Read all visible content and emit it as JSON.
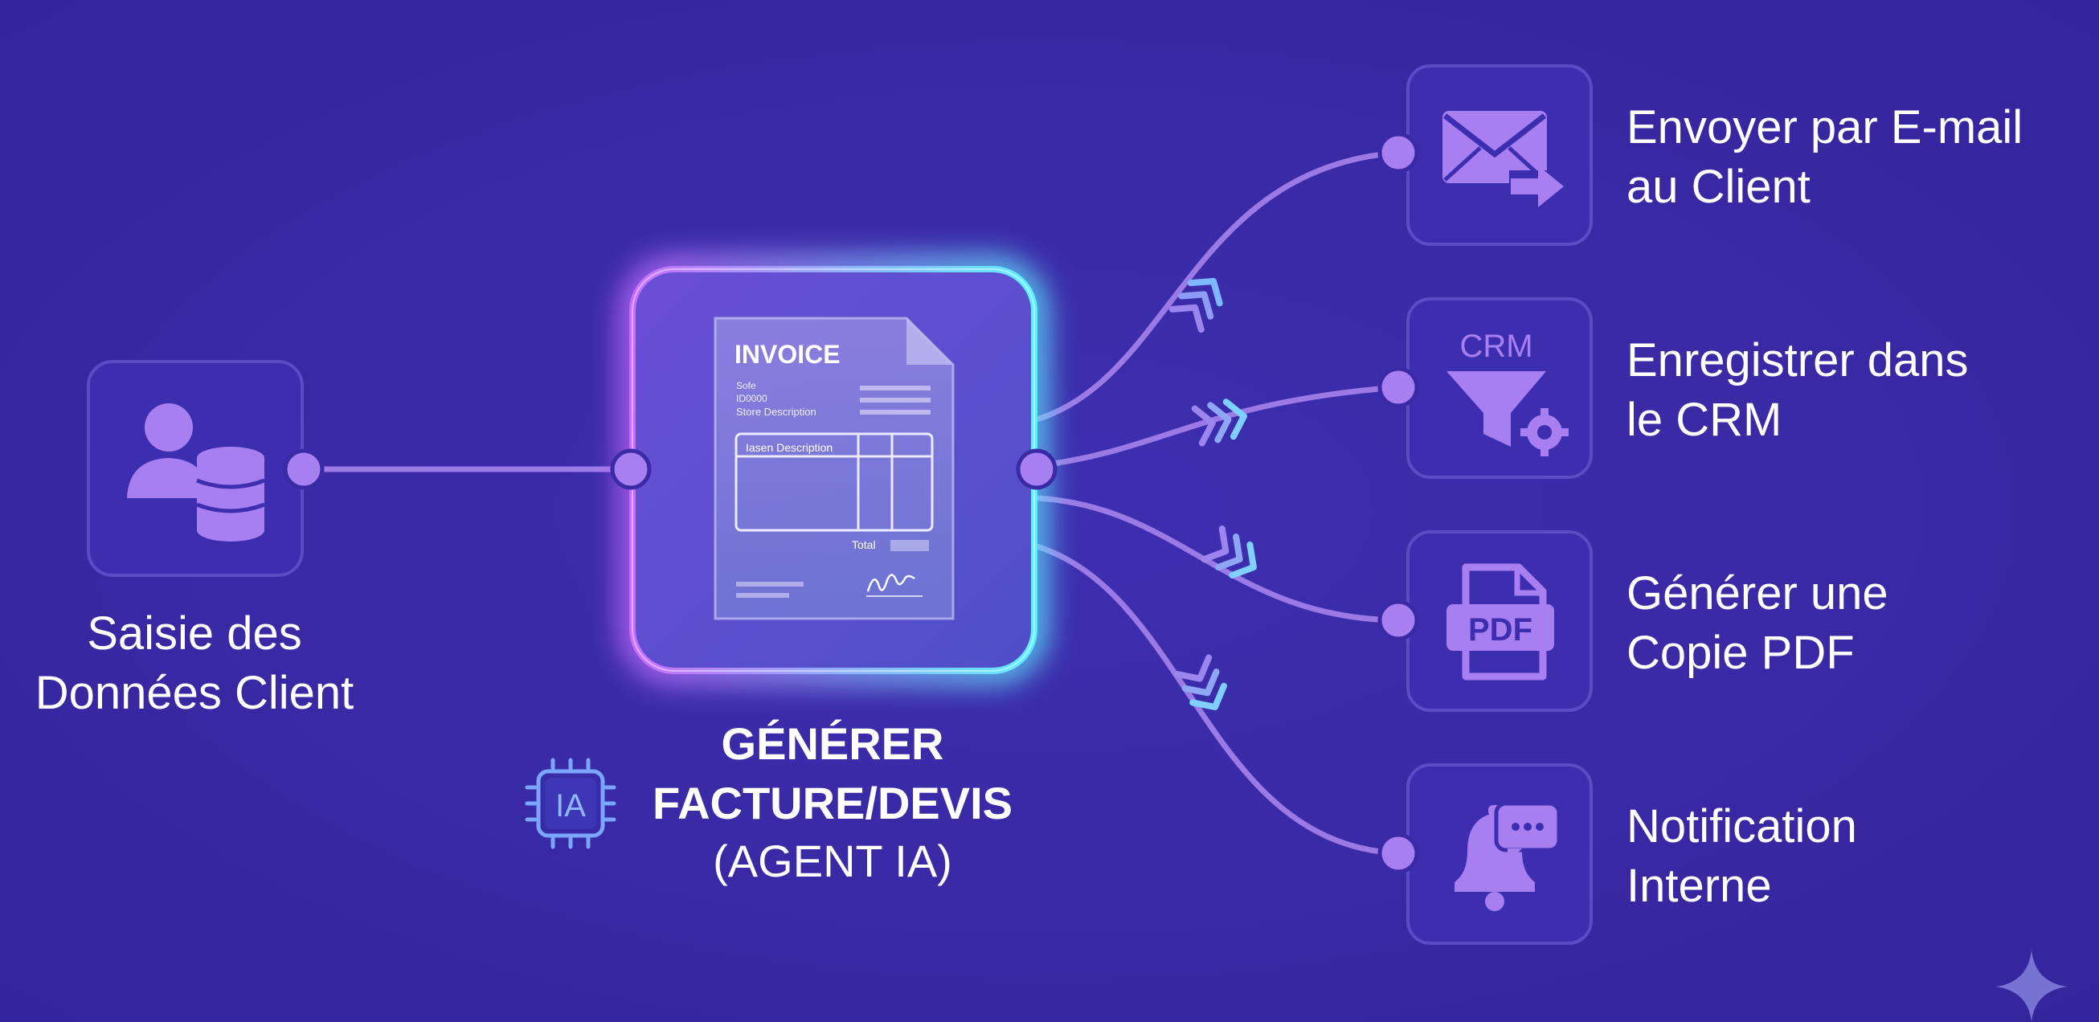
{
  "source": {
    "label_lines": [
      "Saisie des",
      "Données Client"
    ],
    "icon": "user-database-icon"
  },
  "center": {
    "title_lines": [
      "GÉNÉRER",
      "FACTURE/DEVIS"
    ],
    "subtitle": "(AGENT IA)",
    "ia_badge": "IA",
    "invoice": {
      "heading": "INVOICE",
      "meta_lines": [
        "Sofe",
        "ID0000",
        "Store Description"
      ],
      "table_header": "Iasen Description",
      "total_label": "Total"
    }
  },
  "outputs": [
    {
      "label_lines": [
        "Envoyer par E-mail",
        "au Client"
      ],
      "icon": "email-send-icon"
    },
    {
      "label_lines": [
        "Enregistrer dans",
        "le CRM"
      ],
      "icon": "crm-funnel-icon",
      "icon_text": "CRM"
    },
    {
      "label_lines": [
        "Générer une",
        "Copie PDF"
      ],
      "icon": "pdf-file-icon",
      "icon_text": "PDF"
    },
    {
      "label_lines": [
        "Notification",
        "Interne"
      ],
      "icon": "notification-bell-icon"
    }
  ],
  "colors": {
    "background": "#3a2aa6",
    "accent": "#a77ff0",
    "connector": "#9c7ae6",
    "glow_purple": "#c86cff",
    "glow_cyan": "#5ff0ff",
    "box_border": "#5b4bc4"
  }
}
